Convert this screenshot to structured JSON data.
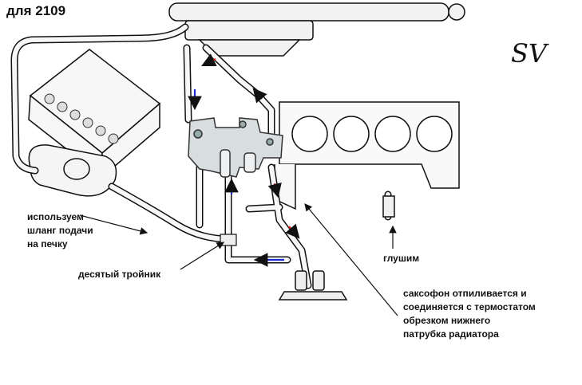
{
  "title": "для 2109",
  "signature": "SV",
  "labels": {
    "heater_hose": "используем\nшланг подачи\nна печку",
    "tee": "десятый тройник",
    "plug": "глушим",
    "saxophone": "саксофон отпиливается и\nсоединяется с термостатом\nобрезком нижнего\nпатрубка радиатора"
  },
  "colors": {
    "flow_hot": "#e02020",
    "flow_cold": "#1a2bd0",
    "line": "#111111"
  }
}
